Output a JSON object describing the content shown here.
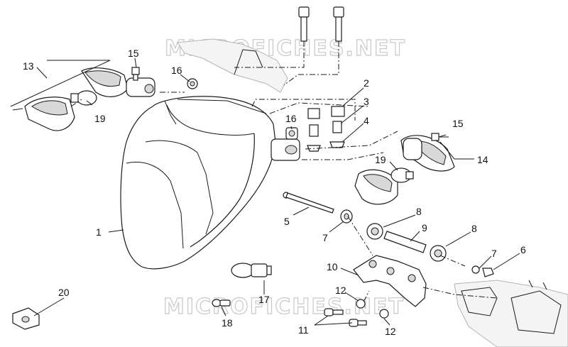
{
  "watermark": {
    "top": "MICROFICHES.NET",
    "bottom": "MICROFICHES.NET"
  },
  "callouts": [
    {
      "id": "c1",
      "label": "1"
    },
    {
      "id": "c2",
      "label": "2"
    },
    {
      "id": "c3",
      "label": "3"
    },
    {
      "id": "c4",
      "label": "4"
    },
    {
      "id": "c5",
      "label": "5"
    },
    {
      "id": "c6",
      "label": "6"
    },
    {
      "id": "c7a",
      "label": "7"
    },
    {
      "id": "c7b",
      "label": "7"
    },
    {
      "id": "c8a",
      "label": "8"
    },
    {
      "id": "c8b",
      "label": "8"
    },
    {
      "id": "c9",
      "label": "9"
    },
    {
      "id": "c10",
      "label": "10"
    },
    {
      "id": "c11",
      "label": "11"
    },
    {
      "id": "c12a",
      "label": "12"
    },
    {
      "id": "c12b",
      "label": "12"
    },
    {
      "id": "c13",
      "label": "13"
    },
    {
      "id": "c14",
      "label": "14"
    },
    {
      "id": "c15a",
      "label": "15"
    },
    {
      "id": "c15b",
      "label": "15"
    },
    {
      "id": "c16a",
      "label": "16"
    },
    {
      "id": "c16b",
      "label": "16"
    },
    {
      "id": "c17",
      "label": "17"
    },
    {
      "id": "c18",
      "label": "18"
    },
    {
      "id": "c19a",
      "label": "19"
    },
    {
      "id": "c19b",
      "label": "19"
    },
    {
      "id": "c20",
      "label": "20"
    }
  ],
  "colors": {
    "line": "#1a1a1a",
    "watermark": "#c8c8c8",
    "shade": "#d8d8d8"
  }
}
